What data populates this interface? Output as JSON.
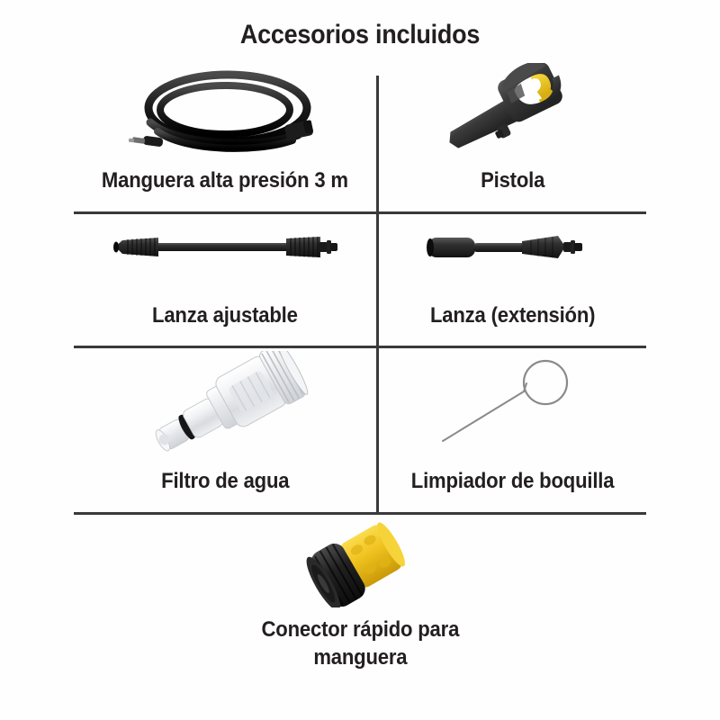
{
  "page": {
    "title": "Accesorios incluidos",
    "background_color": "#ffffff",
    "text_color": "#231f20",
    "rule_color": "#3a3a3a"
  },
  "colors": {
    "black_plastic": "#2b2b2b",
    "dark_gray_plastic": "#3d3d3d",
    "accent_yellow": "#e9c21c",
    "connector_yellow": "#f0c320",
    "clear_plastic": "#e9eaec",
    "wire_gray": "#8b8b8b"
  },
  "accessories": [
    {
      "id": "hose",
      "label": "Manguera alta presión 3 m",
      "icon": "coiled-high-pressure-hose",
      "cell": "row1-left"
    },
    {
      "id": "gun",
      "label": "Pistola",
      "icon": "spray-gun",
      "cell": "row1-right"
    },
    {
      "id": "lance-adjustable",
      "label": "Lanza ajustable",
      "icon": "adjustable-lance",
      "cell": "row2-left"
    },
    {
      "id": "lance-extension",
      "label": "Lanza (extensión)",
      "icon": "extension-lance",
      "cell": "row2-right"
    },
    {
      "id": "water-filter",
      "label": "Filtro de agua",
      "icon": "water-filter",
      "cell": "row3-left"
    },
    {
      "id": "nozzle-cleaner",
      "label": "Limpiador de boquilla",
      "icon": "nozzle-cleaning-pin",
      "cell": "row3-right"
    },
    {
      "id": "hose-connector",
      "label_line1": "Conector rápido para",
      "label_line2": "manguera",
      "icon": "quick-hose-connector",
      "cell": "row4-full"
    }
  ]
}
